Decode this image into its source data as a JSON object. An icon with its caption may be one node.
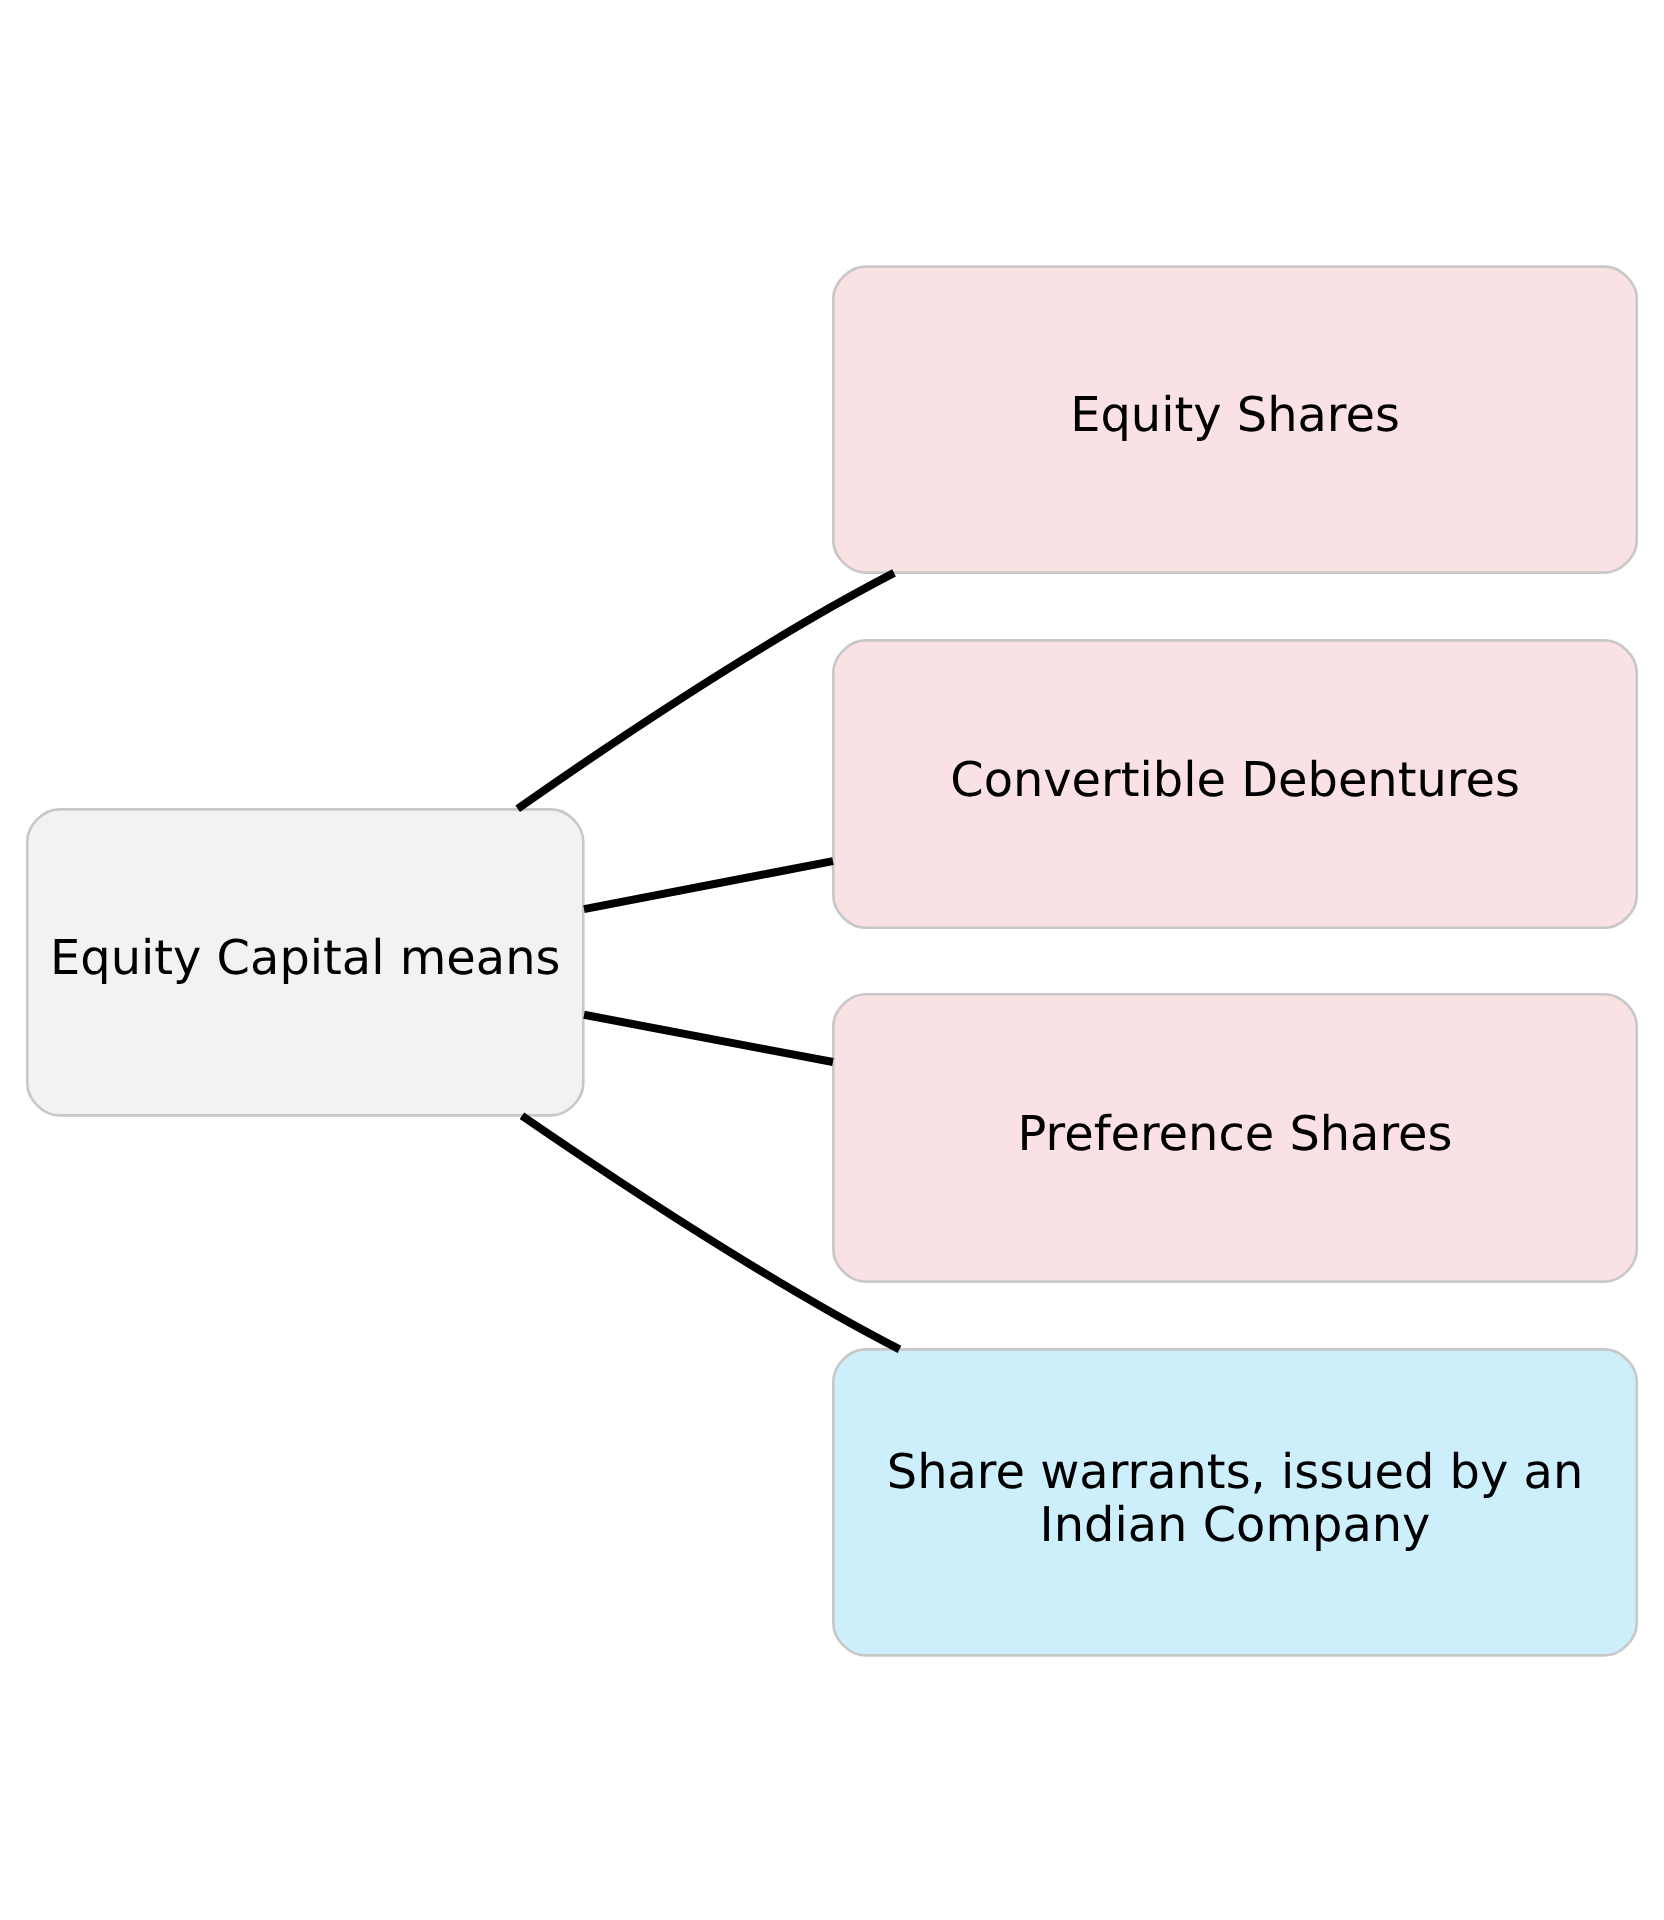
{
  "diagram": {
    "nodes": [
      {
        "text": [
          "Equity Capital means"
        ]
      },
      {
        "text": [
          "Equity Shares"
        ]
      },
      {
        "text": [
          "Convertible Debentures"
        ]
      },
      {
        "text": [
          "Preference Shares"
        ]
      },
      {
        "text": [
          "Share warrants, issued by an Indian Company"
        ]
      }
    ],
    "edges": [
      {
        "from": 0,
        "to": 1,
        "arrow": "none"
      },
      {
        "from": 0,
        "to": 2,
        "arrow": "none"
      },
      {
        "from": 0,
        "to": 3,
        "arrow": "none"
      },
      {
        "from": 0,
        "to": 4,
        "arrow": "none"
      }
    ]
  }
}
